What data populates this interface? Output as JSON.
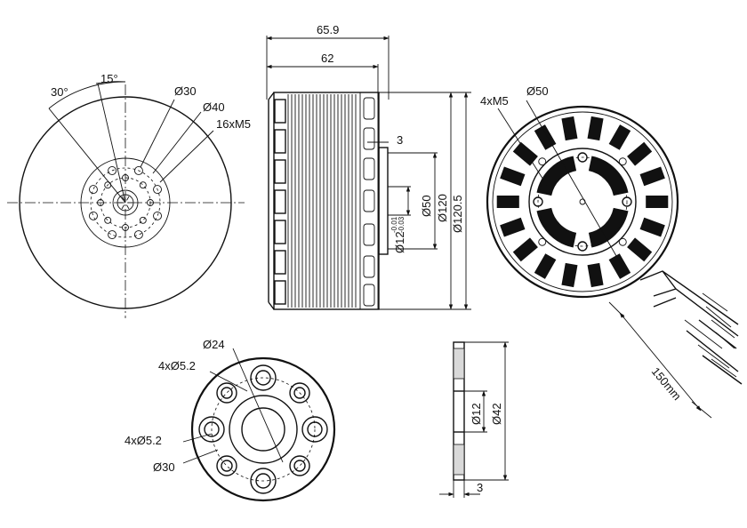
{
  "figure": {
    "front_view": {
      "angle_30": "30°",
      "angle_15": "15°",
      "dia_30": "Ø30",
      "dia_40": "Ø40",
      "holes": "16xM5"
    },
    "side_view": {
      "len_total": "65.9",
      "len_body": "62",
      "shaft_step": "3",
      "dia_50": "Ø50",
      "dia_120": "Ø120",
      "dia_120_5": "Ø120.5",
      "shaft_dia": "Ø12",
      "shaft_tol_upper": "-0.01",
      "shaft_tol_lower": "-0.03"
    },
    "rear_view": {
      "holes": "4xM5",
      "dia_50": "Ø50",
      "cable_length": "150mm"
    },
    "adapter_front": {
      "dia_24": "Ø24",
      "holes_top": "4xØ5.2",
      "holes_left": "4xØ5.2",
      "dia_30": "Ø30"
    },
    "adapter_side": {
      "dia_12": "Ø12",
      "dia_42": "Ø42",
      "thickness": "3"
    }
  }
}
